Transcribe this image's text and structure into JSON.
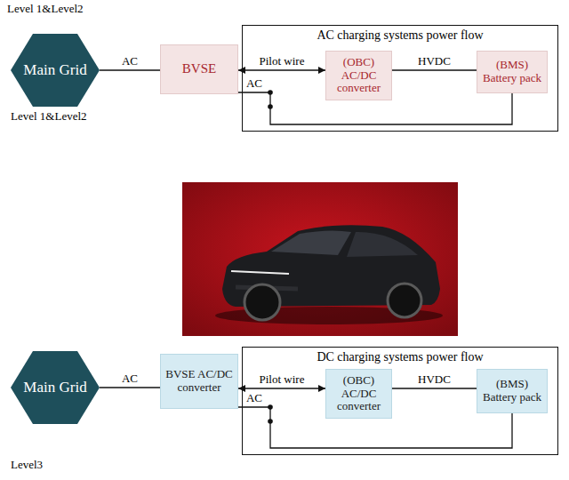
{
  "diagram": {
    "nodes": [
      {
        "text": [
          "Main Grid"
        ]
      },
      {
        "text": [
          "BVSE"
        ]
      },
      {
        "text": [
          "AC charging systems power flow"
        ]
      },
      {
        "text": [
          "(OBC) AC/DC converter"
        ],
        "in": 2
      },
      {
        "text": [
          "(BMS) Battery pack"
        ],
        "in": 2
      },
      {
        "text": [
          "Main Grid"
        ]
      },
      {
        "text": [
          "BVSE AC/DC converter"
        ]
      },
      {
        "text": [
          "DC charging systems power flow"
        ]
      },
      {
        "text": [
          "(OBC) AC/DC converter"
        ],
        "in": 7
      },
      {
        "text": [
          "(BMS) Battery pack"
        ],
        "in": 7
      }
    ],
    "edges": [
      {
        "from": 0,
        "to": 1,
        "arrow": "none",
        "label": "AC"
      },
      {
        "from": 1,
        "to": 3,
        "arrow": "both",
        "label": "Pilot wire"
      },
      {
        "from": 3,
        "to": 4,
        "arrow": "none",
        "label": "HVDC"
      },
      {
        "from": 1,
        "to": 4,
        "arrow": "none",
        "label": "AC"
      },
      {
        "from": 5,
        "to": 6,
        "arrow": "none",
        "label": "AC"
      },
      {
        "from": 6,
        "to": 8,
        "arrow": "both",
        "label": "Pilot wire"
      },
      {
        "from": 8,
        "to": 9,
        "arrow": "none",
        "label": "HVDC"
      },
      {
        "from": 6,
        "to": 9,
        "arrow": "none",
        "label": "AC"
      }
    ],
    "labels": [
      "Level 1&Level2",
      "Level 1&Level2",
      "Level3"
    ]
  }
}
